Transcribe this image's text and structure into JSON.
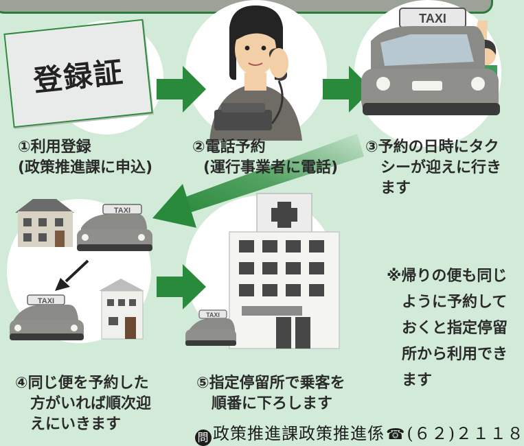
{
  "card": {
    "text": "登録証"
  },
  "steps": [
    {
      "lines": [
        "①利用登録",
        "(政策推進課に申込)"
      ]
    },
    {
      "lines": [
        "②電話予約",
        "(運行事業者に電話)"
      ]
    },
    {
      "lines": [
        "③予約の日時にタク",
        "シーが迎えに行き",
        "ます"
      ]
    },
    {
      "lines": [
        "④同じ便を予約した",
        "方がいれば順次迎",
        "えにいきます"
      ]
    },
    {
      "lines": [
        "⑤指定停留所で乗客を",
        "順番に下ろします"
      ]
    }
  ],
  "note": {
    "lines": [
      "※帰りの便も同じ",
      "ように予約して",
      "おくと指定停留",
      "所から利用でき",
      "ます"
    ]
  },
  "taxi_sign": "TAXI",
  "contact": {
    "mark": "問",
    "text": "政策推進課政策推進係",
    "tel_icon": "phone-icon",
    "tel": "(６２)２１１８"
  },
  "colors": {
    "background": "#d2ebd8",
    "arrow_green": "#2a8a3c",
    "frame_green": "#2c7b3b"
  }
}
